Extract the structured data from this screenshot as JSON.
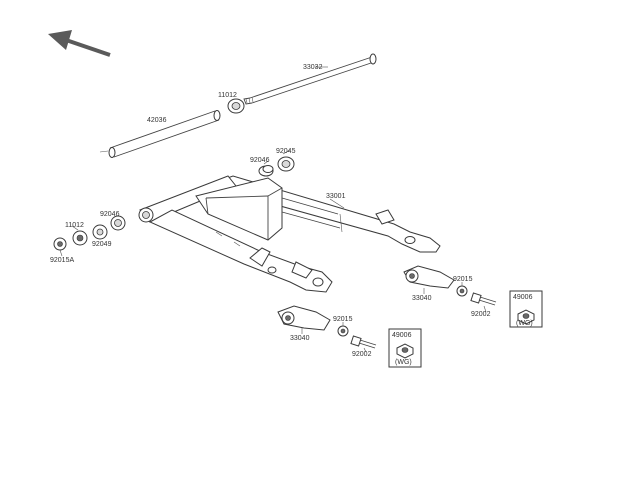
{
  "colors": {
    "line": "#444444",
    "label": "#333333",
    "arrow": "#5a5a5a",
    "background": "#ffffff"
  },
  "orientation_arrow": {
    "icon": "direction-arrow-icon"
  },
  "labels": {
    "p33032": "33032",
    "p11012a": "11012",
    "p42036": "42036",
    "p92045a": "92045",
    "p92046a": "92046",
    "p33001": "33001",
    "p92046b": "92046",
    "p11012b": "11012",
    "p92049": "92049",
    "p92015A": "92015A",
    "p92015a": "92015",
    "p33040a": "33040",
    "p49006a": "49006",
    "p92002a": "92002",
    "p92015b": "92015",
    "p33040b": "33040",
    "p49006b": "49006",
    "p92002b": "92002"
  },
  "boxes": {
    "wg1": "(WG)",
    "wg2": "(WG)"
  }
}
